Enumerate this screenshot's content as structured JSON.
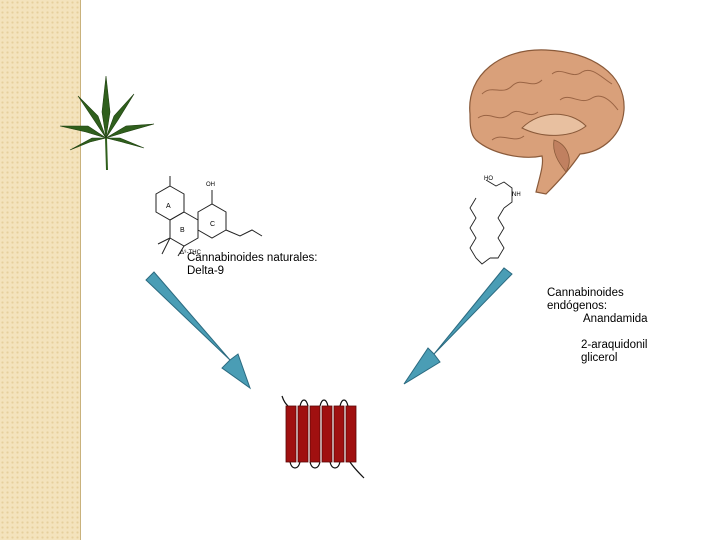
{
  "natural": {
    "line1": "Cannabinoides naturales:",
    "line2": "Delta-9",
    "ring_a": "A",
    "ring_b": "B",
    "ring_c": "C",
    "oh": "OH",
    "thc_label": "Δ⁹-THC"
  },
  "endogenous": {
    "line1": "Cannabinoides",
    "line2": "endógenos:",
    "line3": "Anandamida",
    "line4": "2-araquidonil",
    "line5": "glicerol",
    "ho": "HO",
    "nh": "NH"
  },
  "colors": {
    "arrow": "#4a9db5",
    "receptor": "#a01010",
    "leaf": "#2f5f1c",
    "brain": "#d9a07a",
    "sidebar": "#f4e3bd"
  },
  "icons": [
    "cannabis-leaf-icon",
    "brain-icon",
    "receptor-icon"
  ]
}
